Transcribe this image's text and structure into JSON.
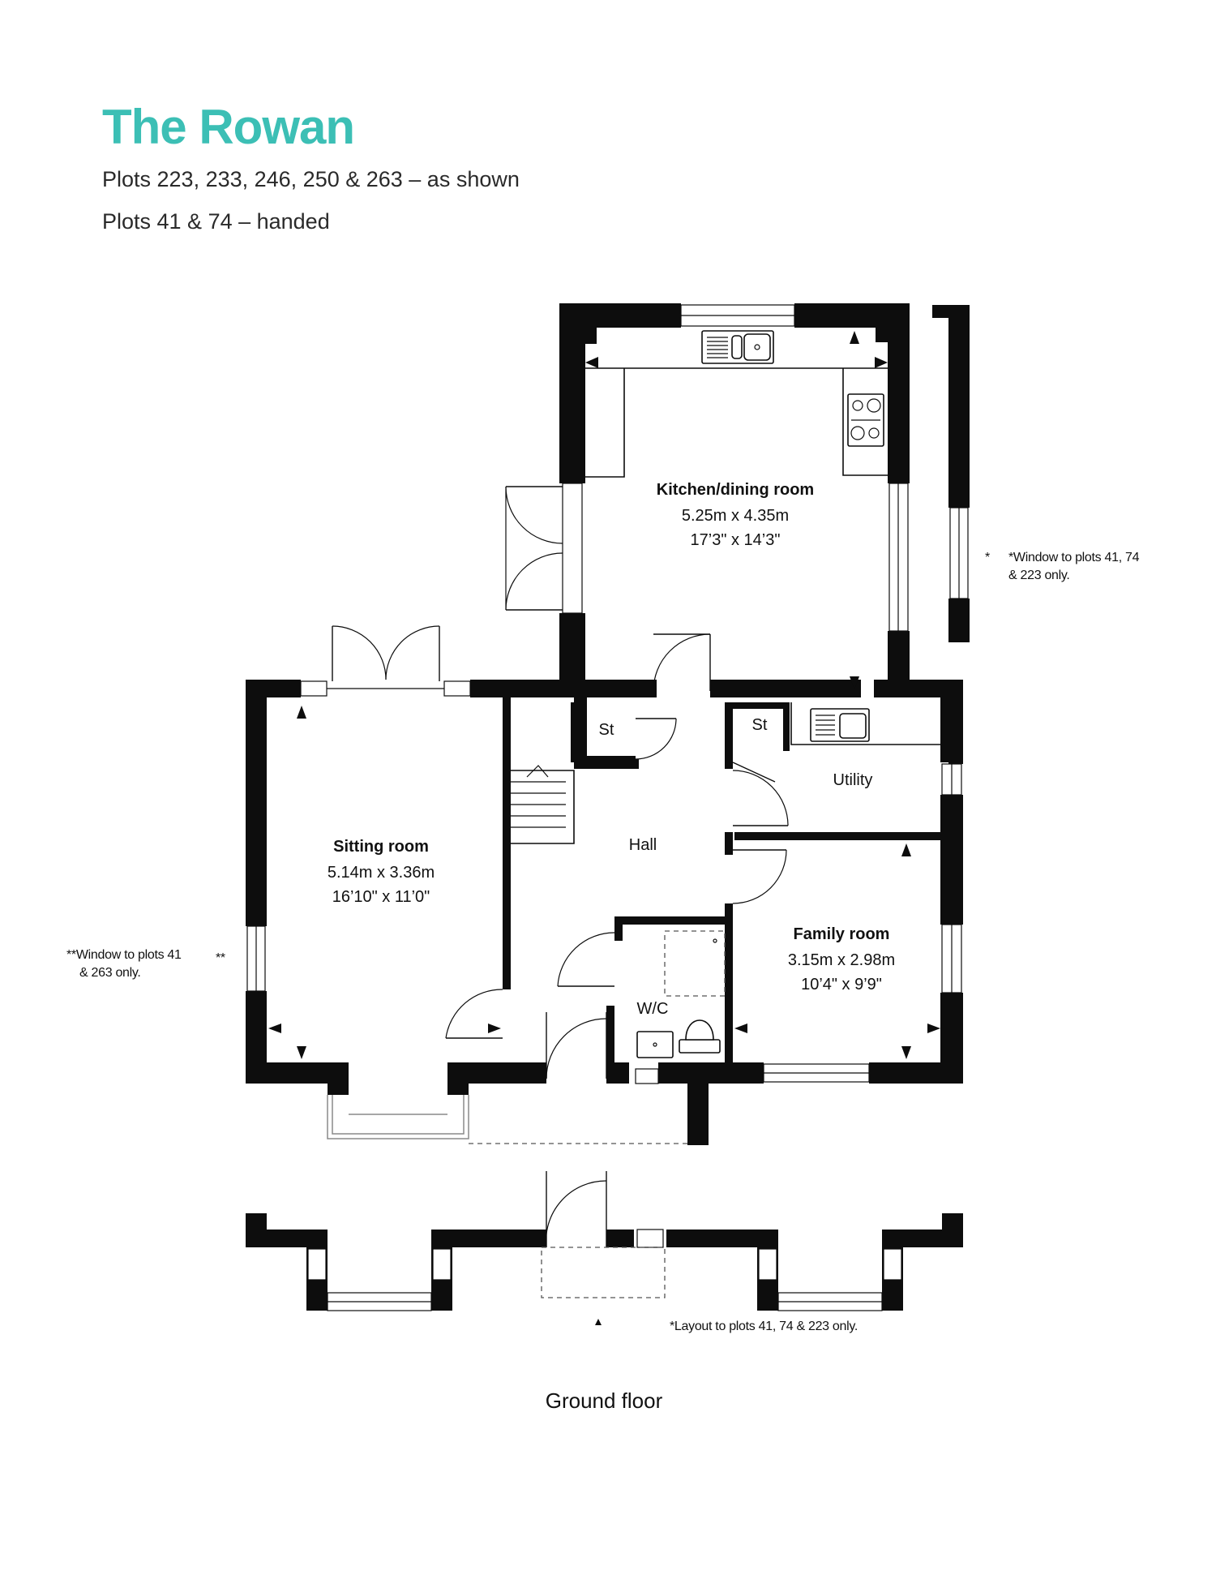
{
  "header": {
    "title": "The Rowan",
    "plots_shown": "Plots 223, 233, 246, 250 & 263 – as shown",
    "plots_handed": "Plots 41 & 74 – handed"
  },
  "rooms": {
    "kitchen": {
      "name": "Kitchen/dining room",
      "metric": "5.25m x 4.35m",
      "imperial": "17’3\" x 14’3\""
    },
    "sitting": {
      "name": "Sitting room",
      "metric": "5.14m x 3.36m",
      "imperial": "16’10\" x 11’0\""
    },
    "family": {
      "name": "Family room",
      "metric": "3.15m x 2.98m",
      "imperial": "10’4\" x 9’9\""
    },
    "hall": "Hall",
    "utility": "Utility",
    "wc": "W/C",
    "store_1": "St",
    "store_2": "St"
  },
  "notes": {
    "window_kitchen_marker": "*",
    "window_kitchen_line1": "*Window to plots 41, 74",
    "window_kitchen_line2": "& 223 only.",
    "window_sitting_line1": "**Window to plots 41",
    "window_sitting_line2": "& 263 only.",
    "window_sitting_marker": "**",
    "layout_marker": "*",
    "layout_note": "*Layout to plots 41, 74 & 223 only."
  },
  "caption": "Ground floor",
  "colors": {
    "title": "#3cbfb5",
    "walls": "#0d0d0d"
  }
}
